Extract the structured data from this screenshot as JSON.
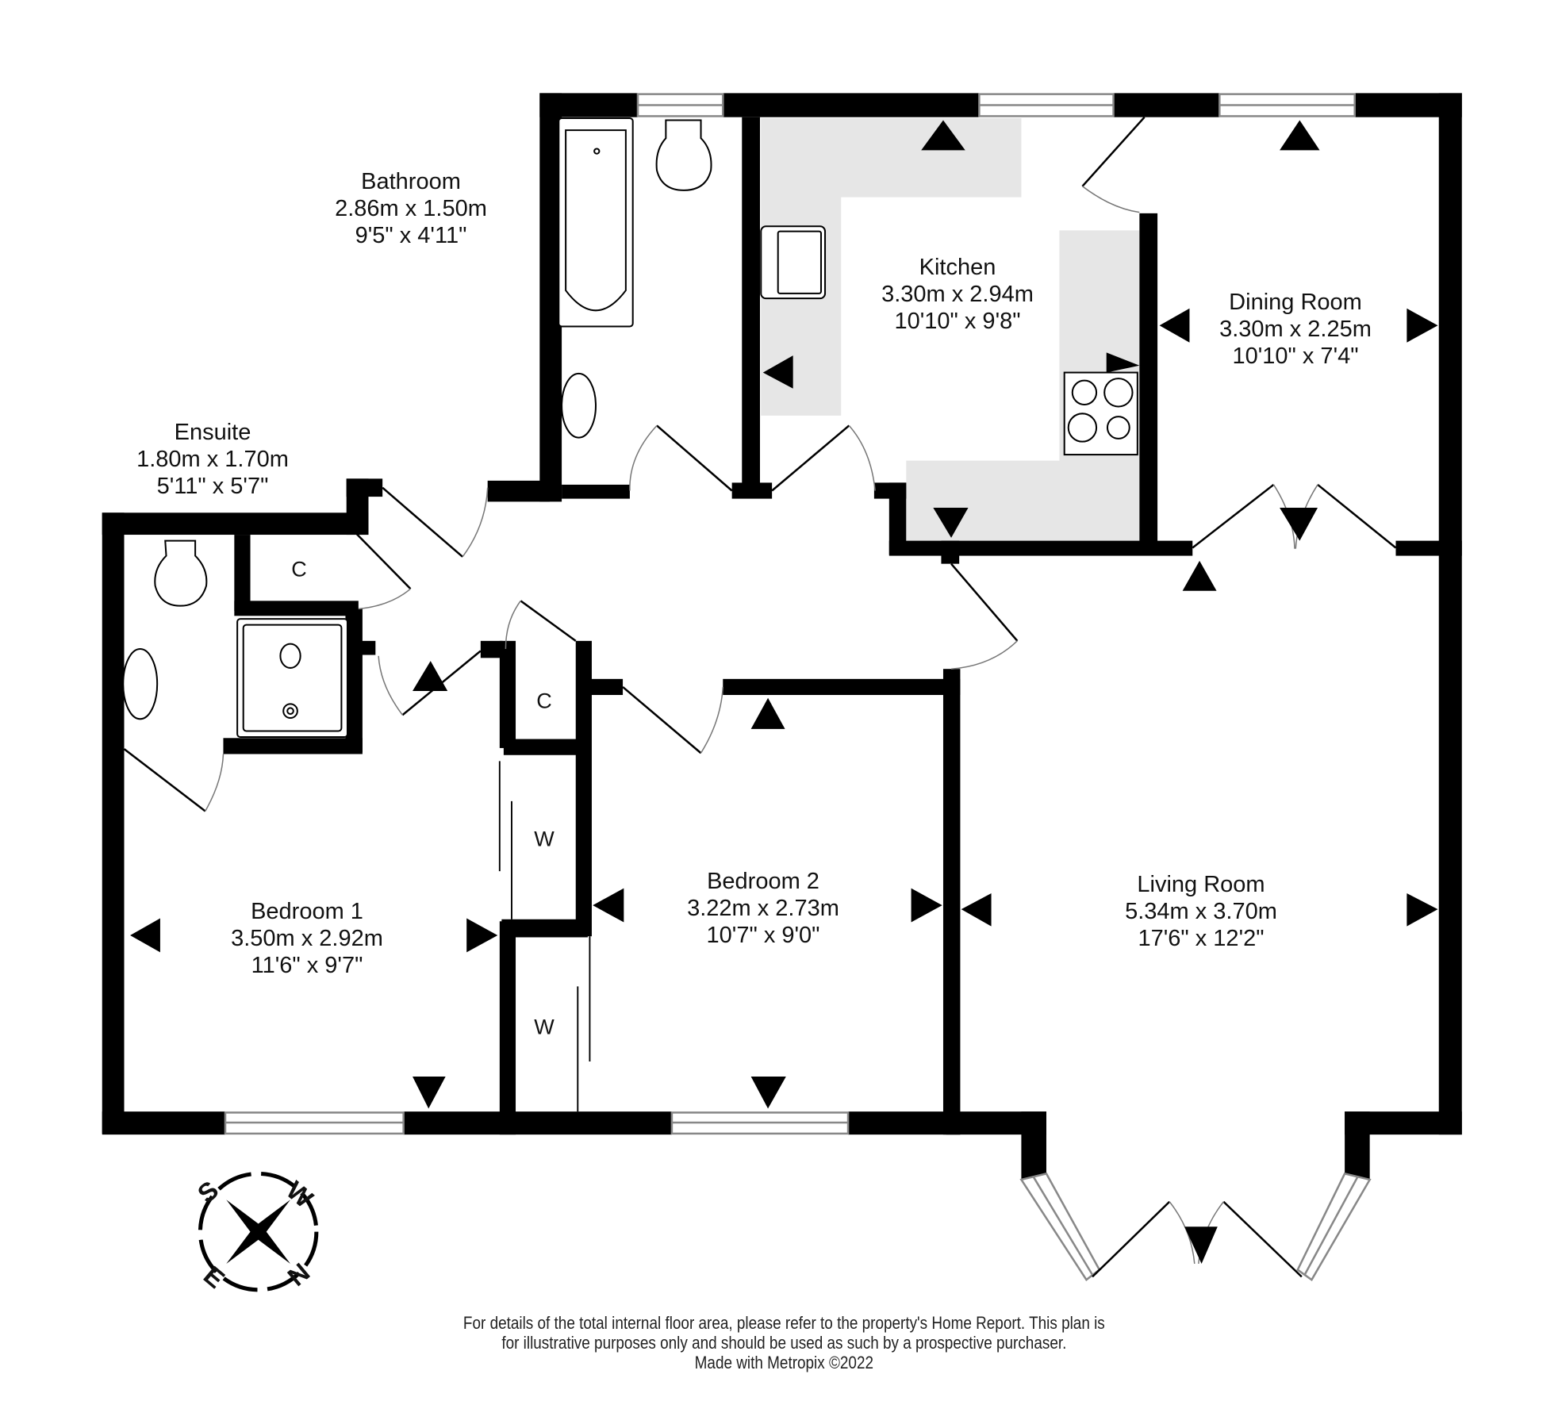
{
  "plan": {
    "rooms": [
      {
        "id": "bathroom",
        "name": "Bathroom",
        "metric": "2.86m  x 1.50m",
        "imperial": "9'5\"  x 4'11\""
      },
      {
        "id": "kitchen",
        "name": "Kitchen",
        "metric": "3.30m  x 2.94m",
        "imperial": "10'10\"  x 9'8\""
      },
      {
        "id": "dining",
        "name": "Dining Room",
        "metric": "3.30m  x 2.25m",
        "imperial": "10'10\"  x 7'4\""
      },
      {
        "id": "ensuite",
        "name": "Ensuite",
        "metric": "1.80m  x 1.70m",
        "imperial": "5'11\"  x 5'7\""
      },
      {
        "id": "bedroom1",
        "name": "Bedroom 1",
        "metric": "3.50m  x 2.92m",
        "imperial": "11'6\"  x 9'7\""
      },
      {
        "id": "bedroom2",
        "name": "Bedroom 2",
        "metric": "3.22m  x 2.73m",
        "imperial": "10'7\"  x 9'0\""
      },
      {
        "id": "living",
        "name": "Living Room",
        "metric": "5.34m  x 3.70m",
        "imperial": "17'6\"  x 12'2\""
      }
    ],
    "closets": [
      {
        "id": "cupboard1",
        "label": "C"
      },
      {
        "id": "cupboard2",
        "label": "C"
      },
      {
        "id": "wardrobe1",
        "label": "W"
      },
      {
        "id": "wardrobe2",
        "label": "W"
      }
    ],
    "compass": {
      "top_left": "S",
      "top_right": "W",
      "bottom_right": "N",
      "bottom_left": "E"
    },
    "colors": {
      "wall": "#000000",
      "worktop": "#e6e6e6",
      "background": "#ffffff",
      "window_line": "#888888"
    }
  },
  "footer": {
    "line1": "For details of the total internal floor area, please refer to the property's Home Report. This plan is",
    "line2": "for illustrative purposes only and should be used as such by a prospective purchaser.",
    "line3": "Made with Metropix ©2022"
  }
}
